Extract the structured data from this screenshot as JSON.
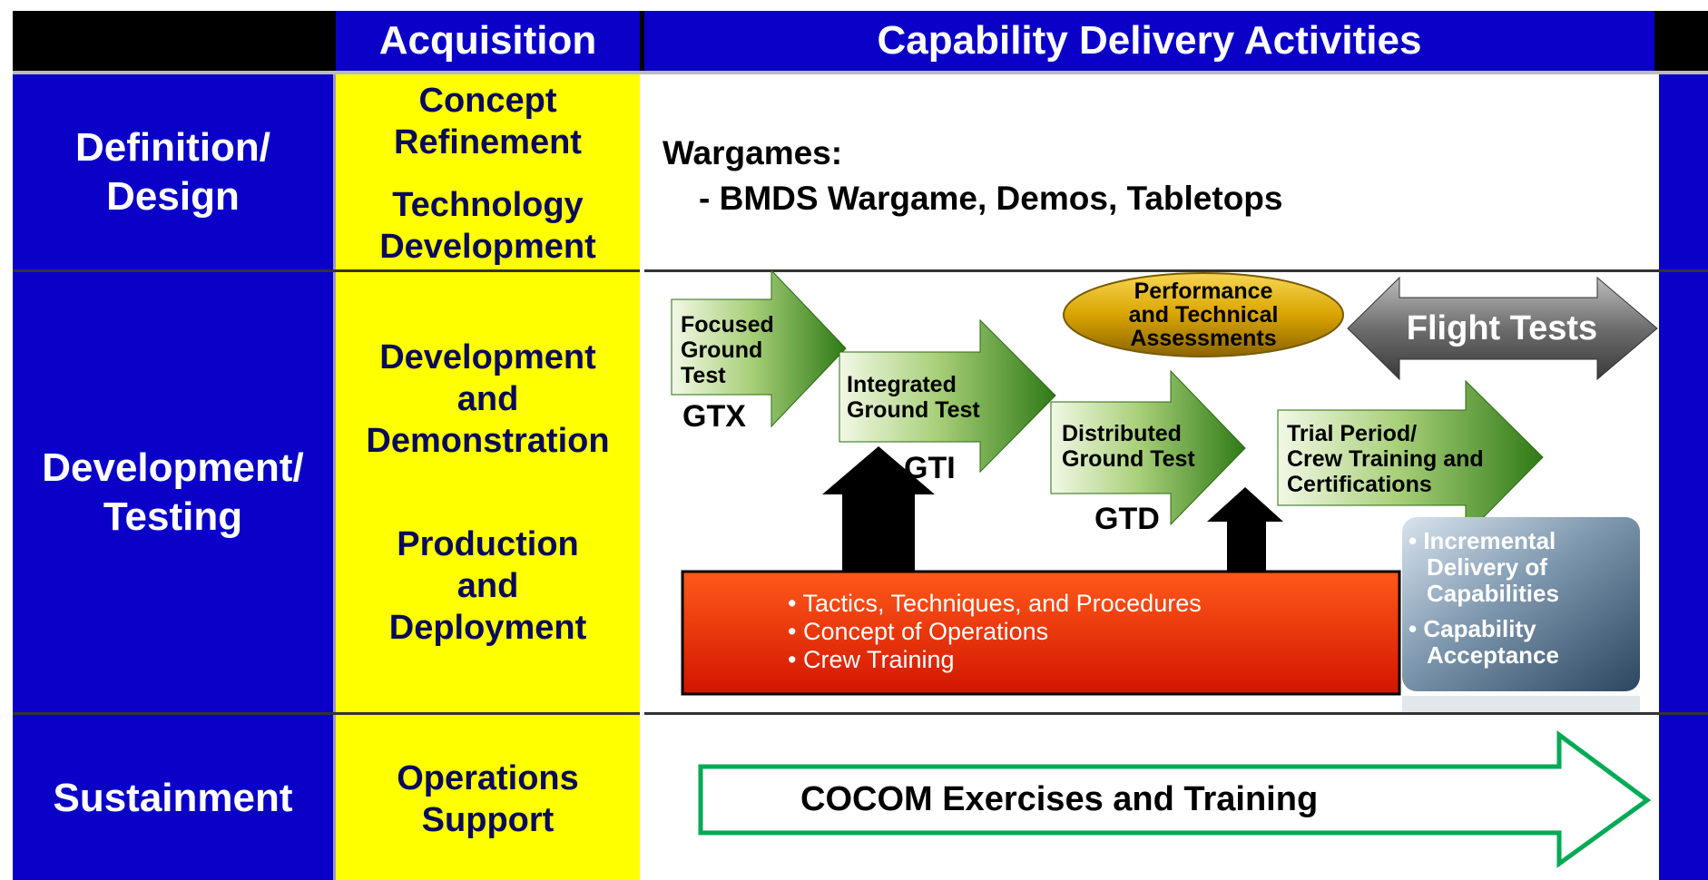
{
  "header": {
    "acquisition": "Acquisition",
    "capability": "Capability Delivery Activities"
  },
  "phases": {
    "definition": [
      "Definition/",
      "Design"
    ],
    "development": [
      "Development/",
      "Testing"
    ],
    "sustainment": "Sustainment"
  },
  "acquisition": {
    "concept": [
      "Concept",
      "Refinement"
    ],
    "technology": [
      "Technology",
      "Development"
    ],
    "dev_demo": [
      "Development",
      "and",
      "Demonstration"
    ],
    "production": [
      "Production",
      "and",
      "Deployment"
    ],
    "operations": [
      "Operations",
      "Support"
    ]
  },
  "wargames": {
    "title": "Wargames:",
    "item": "- BMDS Wargame, Demos, Tabletops"
  },
  "tests": {
    "gtx": {
      "label": [
        "Focused",
        "Ground",
        "Test"
      ],
      "code": "GTX"
    },
    "gti": {
      "label": [
        "Integrated",
        "Ground Test"
      ],
      "code": "GTI"
    },
    "gtd": {
      "label": [
        "Distributed",
        "Ground Test"
      ],
      "code": "GTD"
    },
    "trial": [
      "Trial Period/",
      "Crew Training and",
      "Certifications"
    ],
    "performance": [
      "Performance",
      "and Technical",
      "Assessments"
    ],
    "flight": "Flight Tests"
  },
  "ttp": [
    "• Tactics, Techniques, and Procedures",
    "• Concept of Operations",
    "• Crew Training"
  ],
  "delivery": [
    "• Incremental",
    "Delivery of",
    "Capabilities",
    "• Capability",
    "Acceptance"
  ],
  "cocom": "COCOM Exercises and Training",
  "colors": {
    "blue": "#0a00c8",
    "yellow": "#ffff00",
    "black": "#000000",
    "green_arrow": "#4f9a2b",
    "red_box": "#ee2200",
    "gold": "#d9a400",
    "cocom_outline": "#00aa55"
  }
}
